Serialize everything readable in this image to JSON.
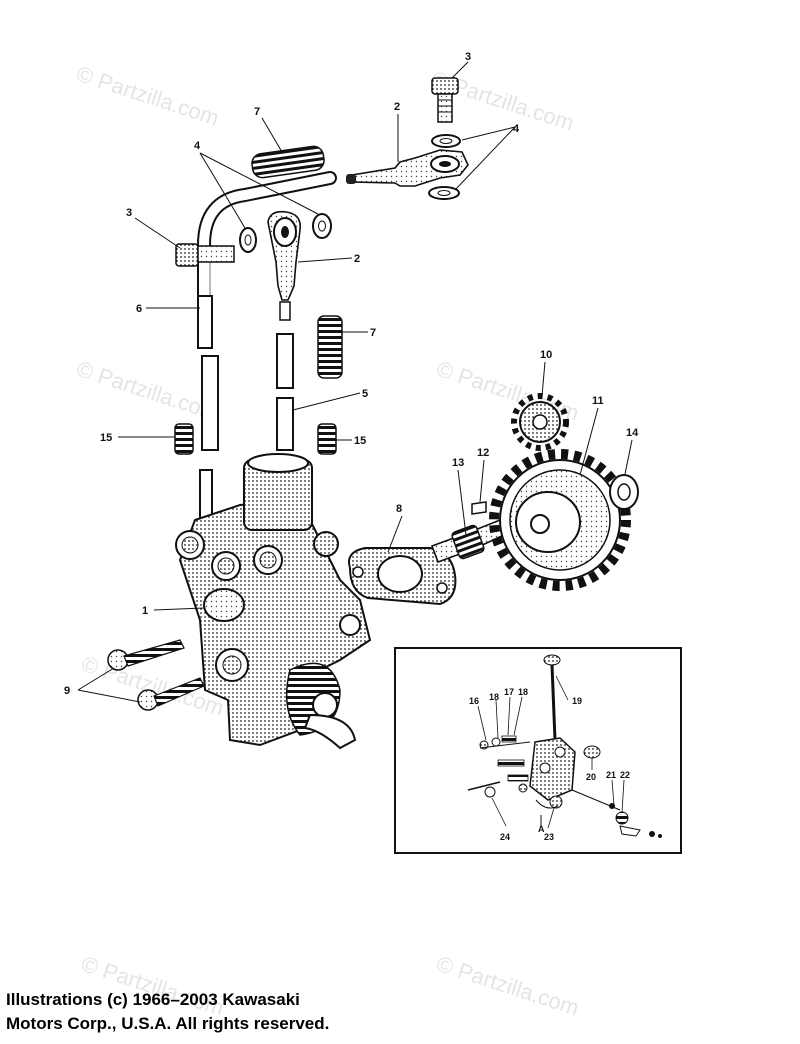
{
  "watermark": "© Partzilla.com",
  "callouts": {
    "c1": "1",
    "c2a": "2",
    "c2b": "2",
    "c3a": "3",
    "c3b": "3",
    "c4a": "4",
    "c4b": "4",
    "c5": "5",
    "c6": "6",
    "c7a": "7",
    "c7b": "7",
    "c8": "8",
    "c9": "9",
    "c10": "10",
    "c11": "11",
    "c12": "12",
    "c13": "13",
    "c14": "14",
    "c15a": "15",
    "c15b": "15",
    "c16": "16",
    "c17": "17",
    "c18a": "18",
    "c18b": "18",
    "c19": "19",
    "c20": "20",
    "c21": "21",
    "c22": "22",
    "c23": "23",
    "c24": "24"
  },
  "copyright": {
    "line1": "Illustrations (c) 1966–2003 Kawasaki",
    "line2": "Motors Corp., U.S.A.  All rights reserved."
  }
}
